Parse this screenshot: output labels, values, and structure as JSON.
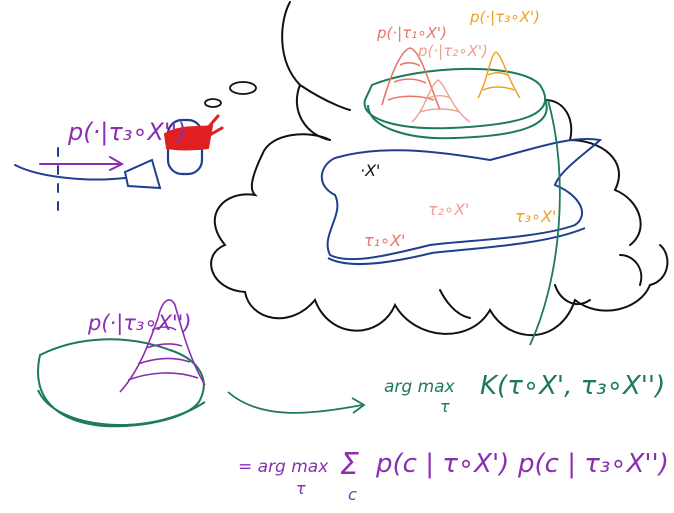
{
  "colors": {
    "purple": "#8b2fb0",
    "navy": "#1f3f8f",
    "teal": "#1d7a5a",
    "red": "#e02020",
    "salmon": "#e8756a",
    "pink": "#f0a090",
    "orange": "#f0a020",
    "ink": "#111111"
  },
  "labels": {
    "observer_dist": "p(·|τ₃∘X'')",
    "pile_dist": "p(·|τ₃∘X'')",
    "peak1": "p(·|τ₁∘X')",
    "peak2": "p(·|τ₂∘X')",
    "peak3": "p(·|τ₃∘X')",
    "point_x": "·X'",
    "point_t1": "τ₁∘X'",
    "point_t2": "τ₂∘X'",
    "point_t3": "τ₃∘X'"
  },
  "equation": {
    "argmax_top": "arg max",
    "argmax_sub": "τ",
    "kernel": "K(τ∘X', τ₃∘X'')",
    "eq_prefix": "= arg max",
    "eq_sub": "τ",
    "sum": "Σ",
    "sum_sub": "c",
    "term1": "p(c | τ∘X')",
    "term2": "p(c | τ₃∘X'')"
  }
}
